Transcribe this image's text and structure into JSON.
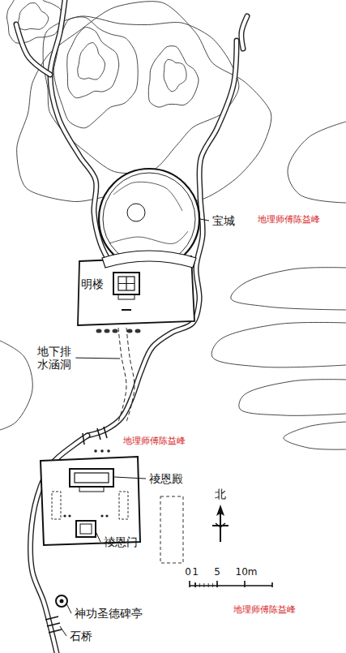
{
  "diagram": {
    "labels": [
      "宝城",
      "明楼",
      "地下排水涵洞",
      "祾恩殿",
      "祾恩门",
      "神功圣德碑亭",
      "石桥",
      "北",
      "0",
      "1",
      "5",
      "10m",
      "地理师傅陈益峰",
      "地理师傅陈益峰",
      "地理师傅陈益峰"
    ]
  }
}
